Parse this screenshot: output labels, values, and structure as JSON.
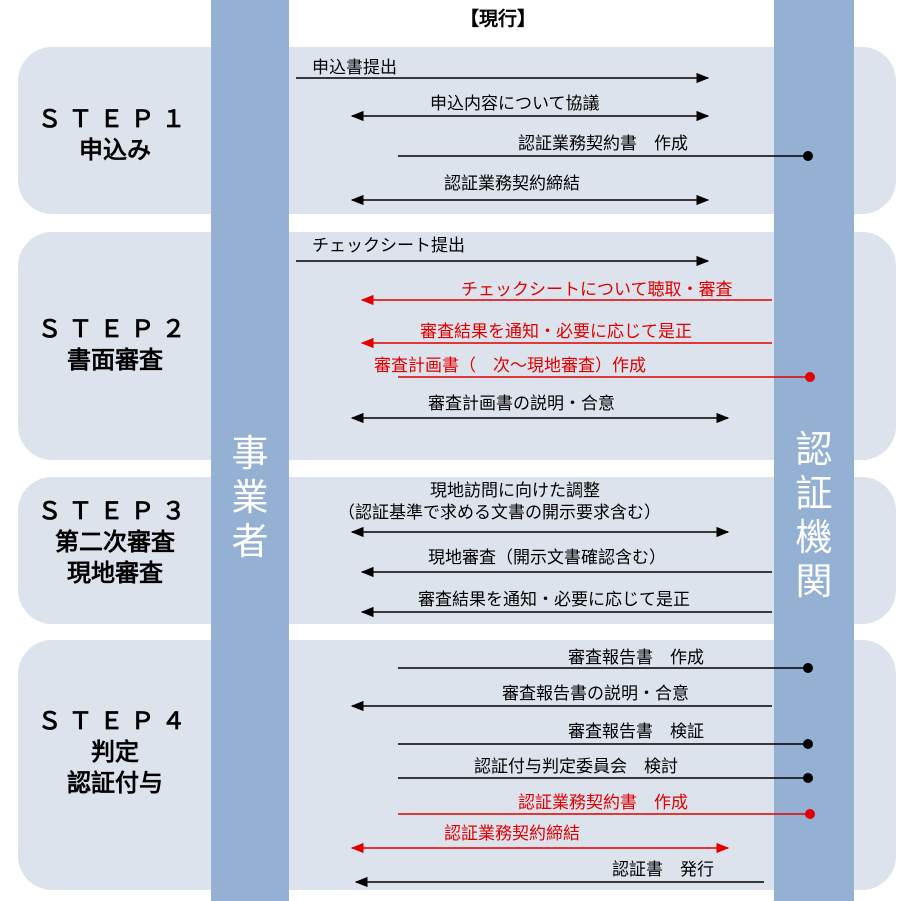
{
  "header": {
    "title": "【現行】"
  },
  "pillars": {
    "left": "事業者",
    "right": "認証機関"
  },
  "steps": [
    {
      "head": "ＳＴＥＰ１",
      "lines": [
        "申込み"
      ]
    },
    {
      "head": "ＳＴＥＰ２",
      "lines": [
        "書面審査"
      ]
    },
    {
      "head": "ＳＴＥＰ３",
      "lines": [
        "第二次審査",
        "現地審査"
      ]
    },
    {
      "head": "ＳＴＥＰ４",
      "lines": [
        "判定",
        "認証付与"
      ]
    }
  ],
  "messages": [
    {
      "text": "申込書提出",
      "color": "#000000"
    },
    {
      "text": "申込内容について協議",
      "color": "#000000"
    },
    {
      "text": "認証業務契約書　作成",
      "color": "#000000"
    },
    {
      "text": "認証業務契約締結",
      "color": "#000000"
    },
    {
      "text": "チェックシート提出",
      "color": "#000000"
    },
    {
      "text": "チェックシートについて聴取・審査",
      "color": "#e00000"
    },
    {
      "text": "審査結果を通知・必要に応じて是正",
      "color": "#e00000"
    },
    {
      "text": "審査計画書（　次～現地審査）作成",
      "color": "#e00000"
    },
    {
      "text": "審査計画書の説明・合意",
      "color": "#000000"
    },
    {
      "text": "現地訪問に向けた調整",
      "color": "#000000"
    },
    {
      "text": "（認証基準で求める文書の開示要求含む）",
      "color": "#000000"
    },
    {
      "text": "現地審査（開示文書確認含む）",
      "color": "#000000"
    },
    {
      "text": "審査結果を通知・必要に応じて是正",
      "color": "#000000"
    },
    {
      "text": "審査報告書　作成",
      "color": "#000000"
    },
    {
      "text": "審査報告書の説明・合意",
      "color": "#000000"
    },
    {
      "text": "審査報告書　検証",
      "color": "#000000"
    },
    {
      "text": "認証付与判定委員会　検討",
      "color": "#000000"
    },
    {
      "text": "認証業務契約書　作成",
      "color": "#e00000"
    },
    {
      "text": "認証業務契約締結",
      "color": "#e00000"
    },
    {
      "text": "認証書　発行",
      "color": "#000000"
    }
  ]
}
